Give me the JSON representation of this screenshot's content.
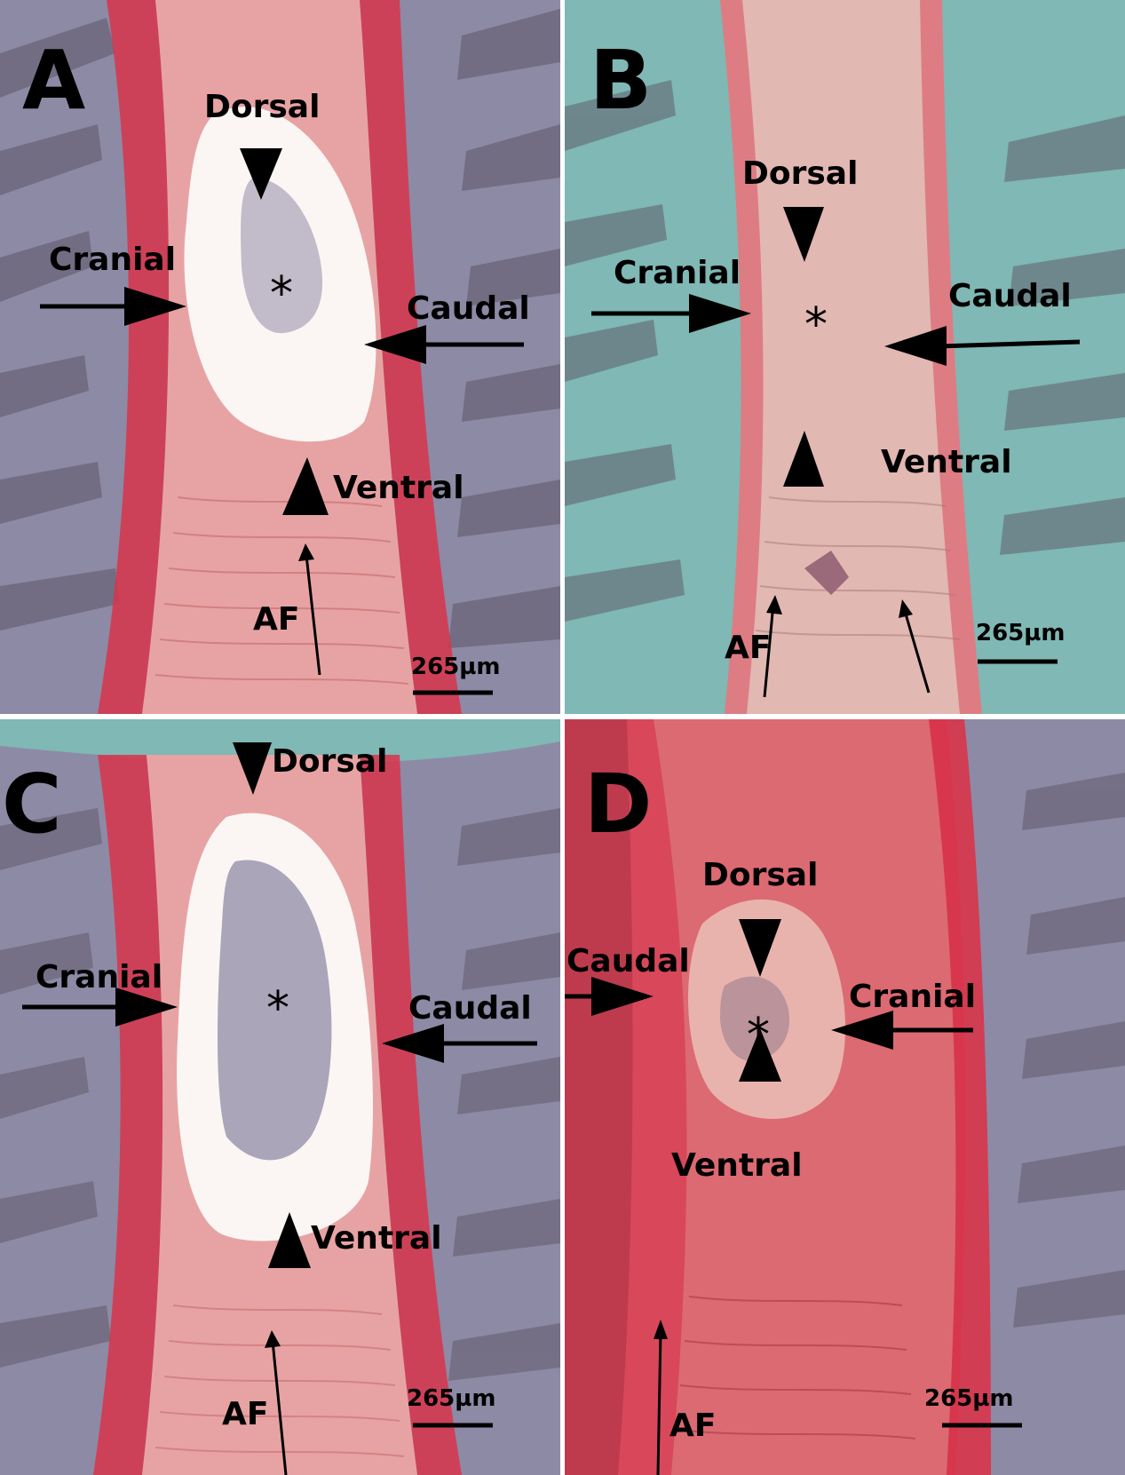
{
  "figure": {
    "panels": [
      {
        "id": "A",
        "letter": "A",
        "dorsal": "Dorsal",
        "ventral": "Ventral",
        "left_side": "Cranial",
        "right_side": "Caudal",
        "af": "AF",
        "center_marker": "*",
        "scale": "265µm",
        "stain": "red-purple"
      },
      {
        "id": "B",
        "letter": "B",
        "dorsal": "Dorsal",
        "ventral": "Ventral",
        "left_side": "Cranial",
        "right_side": "Caudal",
        "af": "AF",
        "center_marker": "*",
        "scale": "265µm",
        "stain": "teal-pink"
      },
      {
        "id": "C",
        "letter": "C",
        "dorsal": "Dorsal",
        "ventral": "Ventral",
        "left_side": "Cranial",
        "right_side": "Caudal",
        "af": "AF",
        "center_marker": "*",
        "scale": "265µm",
        "stain": "red-purple"
      },
      {
        "id": "D",
        "letter": "D",
        "dorsal": "Dorsal",
        "ventral": "Ventral",
        "left_side": "Caudal",
        "right_side": "Cranial",
        "af": "AF",
        "center_marker": "*",
        "scale": "265µm",
        "stain": "red"
      }
    ],
    "colors": {
      "tissue_purple": "#8d8aa6",
      "tissue_teal": "#7fb8b4",
      "endplate_red": "#d8344a",
      "disc_pink": "#e7a3a3",
      "cavity_white": "#fbf6f3",
      "marrow_dark": "#5d5566"
    }
  }
}
